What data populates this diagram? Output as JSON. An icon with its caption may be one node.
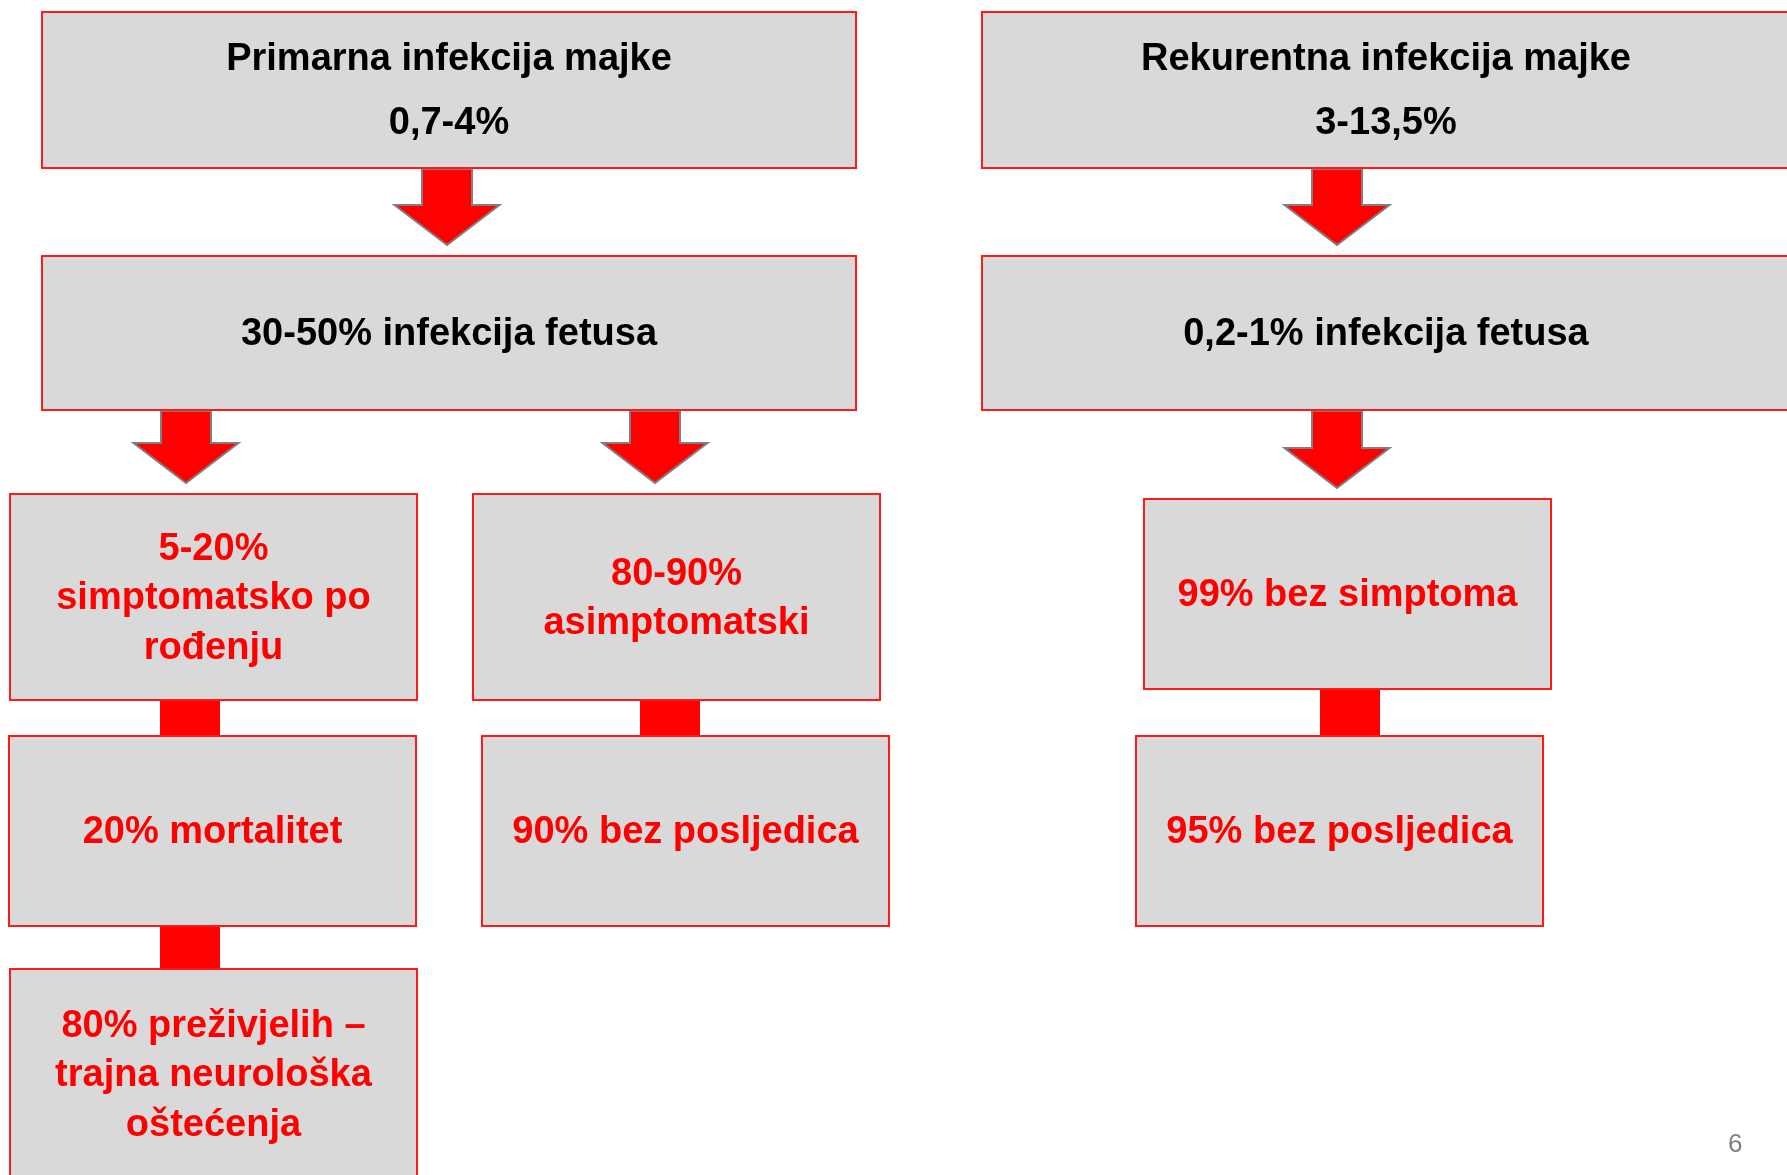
{
  "diagram": {
    "nodes": [
      {
        "text": [
          "Primarna infekcija majke",
          "0,7-4%"
        ]
      },
      {
        "text": [
          "Rekurentna infekcija majke",
          "3-13,5%"
        ]
      },
      {
        "text": [
          "30-50% infekcija fetusa"
        ]
      },
      {
        "text": [
          "0,2-1% infekcija fetusa"
        ]
      },
      {
        "text": [
          "5-20% simptomatsko po rođenju"
        ]
      },
      {
        "text": [
          "80-90% asimptomatski"
        ]
      },
      {
        "text": [
          "99% bez simptoma"
        ]
      },
      {
        "text": [
          "20% mortalitet"
        ]
      },
      {
        "text": [
          "90% bez posljedica"
        ]
      },
      {
        "text": [
          "95% bez posljedica"
        ]
      },
      {
        "text": [
          "80% preživjelih – trajna neurološka oštećenja"
        ]
      }
    ],
    "edges": [
      {
        "from": 0,
        "to": 2,
        "arrow": "to",
        "style": "thick"
      },
      {
        "from": 1,
        "to": 3,
        "arrow": "to",
        "style": "thick"
      },
      {
        "from": 2,
        "to": 4,
        "arrow": "to",
        "style": "thick"
      },
      {
        "from": 2,
        "to": 5,
        "arrow": "to",
        "style": "thick"
      },
      {
        "from": 3,
        "to": 6,
        "arrow": "to",
        "style": "thick"
      },
      {
        "from": 4,
        "to": 7,
        "arrow": "none",
        "style": "thick"
      },
      {
        "from": 7,
        "to": 10,
        "arrow": "none",
        "style": "thick"
      },
      {
        "from": 5,
        "to": 8,
        "arrow": "none",
        "style": "thick"
      },
      {
        "from": 6,
        "to": 9,
        "arrow": "none",
        "style": "thick"
      }
    ],
    "labels": [
      "6"
    ]
  }
}
